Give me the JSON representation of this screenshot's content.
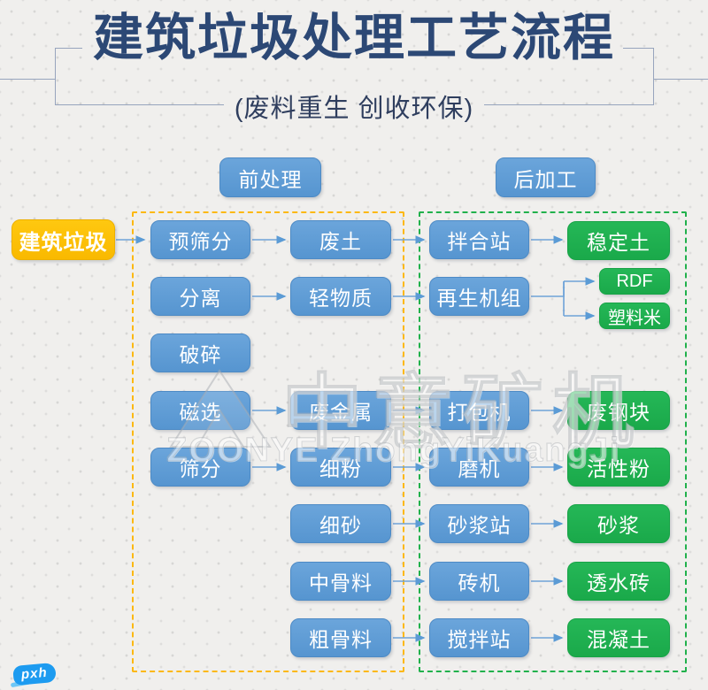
{
  "header": {
    "title": "建筑垃圾处理工艺流程",
    "subtitle": "(废料重生 创收环保)"
  },
  "sections": {
    "pre": "前处理",
    "post": "后加工"
  },
  "source": {
    "label": "建筑垃圾"
  },
  "columns": {
    "process1": [
      "预筛分",
      "分离",
      "破碎",
      "磁选",
      "筛分"
    ],
    "material": [
      "废土",
      "轻物质",
      "废金属",
      "细粉",
      "细砂",
      "中骨料",
      "粗骨料"
    ],
    "process2": [
      "拌合站",
      "再生机组",
      "打包机",
      "磨机",
      "砂浆站",
      "砖机",
      "搅拌站"
    ],
    "products": [
      "稳定土",
      "废钢块",
      "活性粉",
      "砂浆",
      "透水砖",
      "混凝土"
    ],
    "sub_products": [
      "RDF",
      "塑料米"
    ]
  },
  "edges": [
    "建筑垃圾→预筛分",
    "预筛分→废土",
    "分离→轻物质",
    "磁选→废金属",
    "筛分→细粉",
    "废土→拌合站",
    "轻物质→再生机组",
    "废金属→打包机",
    "细粉→磨机",
    "细砂→砂浆站",
    "中骨料→砖机",
    "粗骨料→搅拌站",
    "拌合站→稳定土",
    "再生机组→RDF",
    "再生机组→塑料米",
    "打包机→废钢块",
    "磨机→活性粉",
    "砂浆站→砂浆",
    "砖机→透水砖",
    "搅拌站→混凝土"
  ],
  "watermark": {
    "cn": "中意矿机",
    "en": "ZOONYE ZhongYiKuangJi"
  },
  "badge": {
    "label": "pxh"
  },
  "colors": {
    "title_navy": "#2c4875",
    "node_blue": "#5b9bd5",
    "node_green": "#1fb254",
    "node_yellow": "#ffc000",
    "dash_yellow": "#fcb810",
    "dash_green": "#21b14c",
    "arrow_blue": "#5b9bd5",
    "badge_blue": "#1d9bf0"
  }
}
